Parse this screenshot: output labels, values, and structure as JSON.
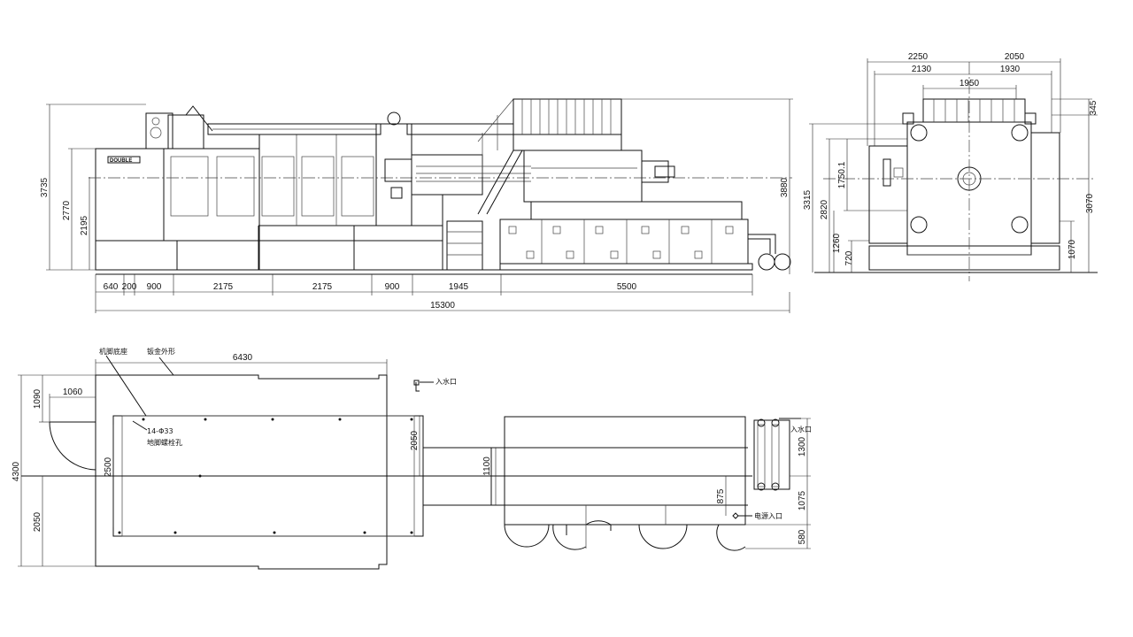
{
  "side_view": {
    "horizontal_dims": [
      "640",
      "200",
      "900",
      "2175",
      "2175",
      "900",
      "1945",
      "5500"
    ],
    "total_length": "15300",
    "left_heights": [
      "3735",
      "2770",
      "2195"
    ],
    "right_height": "3880",
    "logo": "DOUBLE"
  },
  "end_view": {
    "top_dims": [
      "2250",
      "2050",
      "2130",
      "1930",
      "1950"
    ],
    "left_dims": [
      "3315",
      "2820",
      "1750.1",
      "1260",
      "720"
    ],
    "right_dims": [
      "345",
      "3070",
      "1070"
    ]
  },
  "plan_view": {
    "labels": {
      "machine_base": "机脚底座",
      "sheet_metal": "钣金外形",
      "anchor_bolt_size": "14-Φ33",
      "anchor_bolt_hole": "地脚螺栓孔",
      "water_inlet_1": "入水口",
      "water_inlet_2": "入水口",
      "power_inlet": "电源入口"
    },
    "dims": {
      "top_width": "6430",
      "top_offset": "1060",
      "left_top": "1090",
      "left_total": "4300",
      "left_bottom": "2050",
      "inner_width": "2500",
      "mid_height": "2050",
      "injection_width": "1100",
      "right_1300": "1300",
      "right_1075": "1075",
      "right_580": "580",
      "small_875": "875"
    }
  }
}
